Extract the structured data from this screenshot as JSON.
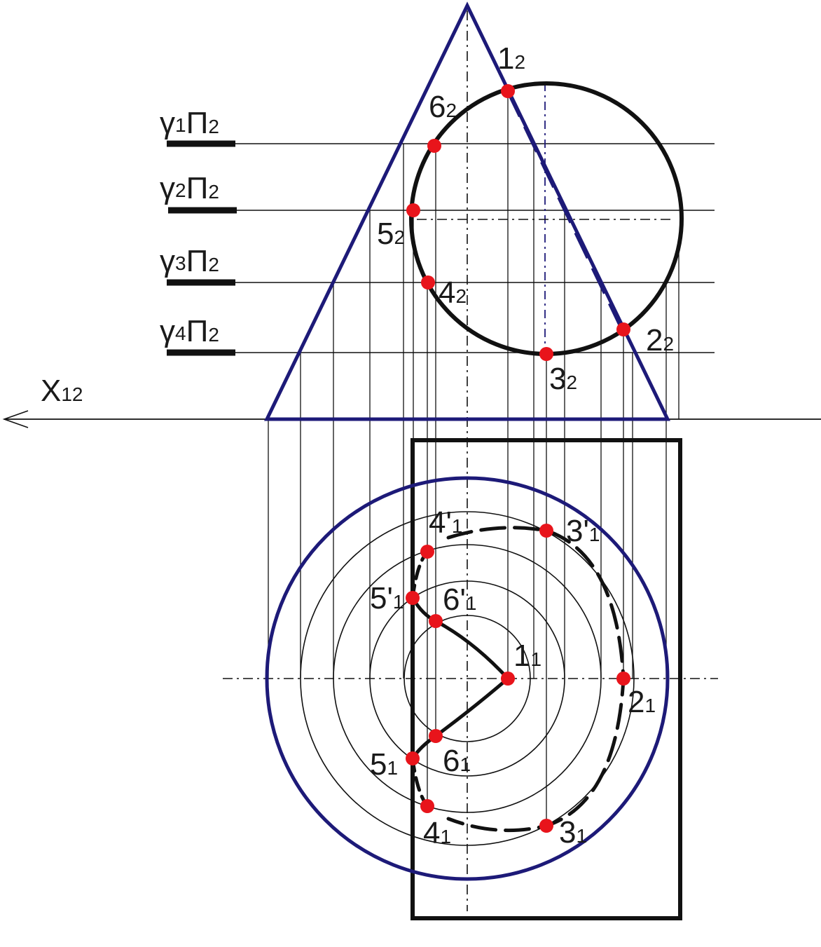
{
  "colors": {
    "cone": "#1d1a78",
    "sphere": "#111111",
    "construction": "#111111",
    "points": "#e8141b",
    "axis": "#111111"
  },
  "axis": {
    "main": "X",
    "sub": "12"
  },
  "planes": [
    {
      "gamma": "γ",
      "index": "1",
      "pi": "Π",
      "pi_sub": "2"
    },
    {
      "gamma": "γ",
      "index": "2",
      "pi": "Π",
      "pi_sub": "2"
    },
    {
      "gamma": "γ",
      "index": "3",
      "pi": "Π",
      "pi_sub": "2"
    },
    {
      "gamma": "γ",
      "index": "4",
      "pi": "Π",
      "pi_sub": "2"
    }
  ],
  "front_points": [
    {
      "main": "1",
      "sub": "2"
    },
    {
      "main": "2",
      "sub": "2"
    },
    {
      "main": "3",
      "sub": "2"
    },
    {
      "main": "4",
      "sub": "2"
    },
    {
      "main": "5",
      "sub": "2"
    },
    {
      "main": "6",
      "sub": "2"
    }
  ],
  "top_points": [
    {
      "main": "1",
      "sub": "1"
    },
    {
      "main": "2",
      "sub": "1"
    },
    {
      "main": "3'",
      "sub": "1"
    },
    {
      "main": "3",
      "sub": "1"
    },
    {
      "main": "4'",
      "sub": "1"
    },
    {
      "main": "4",
      "sub": "1"
    },
    {
      "main": "5'",
      "sub": "1"
    },
    {
      "main": "5",
      "sub": "1"
    },
    {
      "main": "6'",
      "sub": "1"
    },
    {
      "main": "6",
      "sub": "1"
    }
  ]
}
